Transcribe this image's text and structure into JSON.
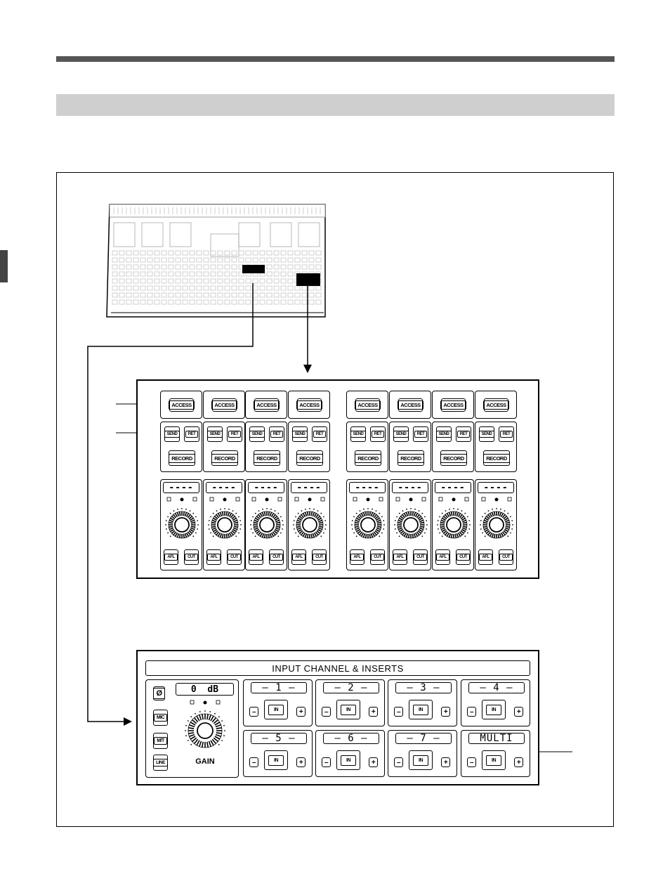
{
  "panel_a": {
    "access_label": "ACCESS",
    "send_label": "SEND",
    "ret_label": "RET",
    "record_label": "RECORD",
    "display_text": "----",
    "afl_label": "AFL",
    "cut_label": "CUT",
    "strip_count": 8
  },
  "panel_b": {
    "title": "INPUT CHANNEL & INSERTS",
    "gain_display": "0  dB",
    "phase_label": "Ø",
    "mic_label": "MIC",
    "mt_label": "M/T",
    "line_label": "LINE",
    "gain_label": "GAIN",
    "inserts": [
      {
        "label": "– 1 –"
      },
      {
        "label": "– 2 –"
      },
      {
        "label": "– 3 –"
      },
      {
        "label": "– 4 –"
      },
      {
        "label": "– 5 –"
      },
      {
        "label": "– 6 –"
      },
      {
        "label": "– 7 –"
      },
      {
        "label": "MULTI"
      }
    ],
    "minus_label": "–",
    "in_label": "IN",
    "plus_label": "+"
  },
  "colors": {
    "rule": "#555555",
    "section_band": "#cfcfcf",
    "line": "#000000"
  }
}
